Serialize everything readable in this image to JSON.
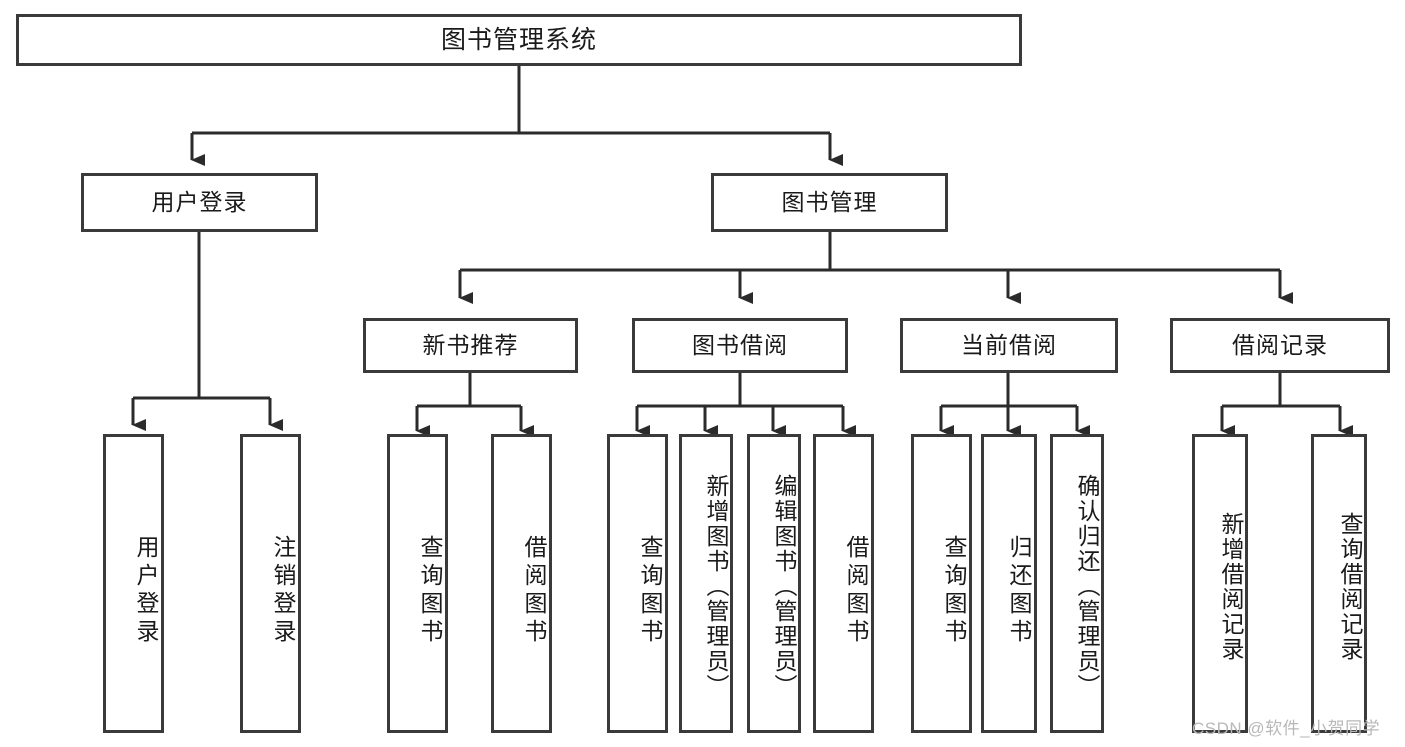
{
  "diagram": {
    "title": "图书管理系统",
    "type": "function-hierarchy-tree",
    "colors": {
      "background": "#ffffff",
      "box_border": "#3a3a3a",
      "connector": "#2b2b2b",
      "text": "#1a1a1a",
      "watermark": "#b8b8b8"
    },
    "root": {
      "label": "图书管理系统"
    },
    "level2": [
      {
        "label": "用户登录"
      },
      {
        "label": "图书管理"
      }
    ],
    "level3": [
      {
        "label": "新书推荐"
      },
      {
        "label": "图书借阅"
      },
      {
        "label": "当前借阅"
      },
      {
        "label": "借阅记录"
      }
    ],
    "leaves": {
      "user_login": [
        {
          "label": "用户登录"
        },
        {
          "label": "注销登录"
        }
      ],
      "new_book_recommend": [
        {
          "label": "查询图书"
        },
        {
          "label": "借阅图书"
        }
      ],
      "book_borrow": [
        {
          "label": "查询图书"
        },
        {
          "label": "新增图书（管理员）"
        },
        {
          "label": "编辑图书（管理员）"
        },
        {
          "label": "借阅图书"
        }
      ],
      "current_borrow": [
        {
          "label": "查询图书"
        },
        {
          "label": "归还图书"
        },
        {
          "label": "确认归还（管理员）"
        }
      ],
      "borrow_record": [
        {
          "label": "新增借阅记录"
        },
        {
          "label": "查询借阅记录"
        }
      ]
    }
  },
  "watermark": {
    "text": "CSDN @软件_小贺同学"
  }
}
